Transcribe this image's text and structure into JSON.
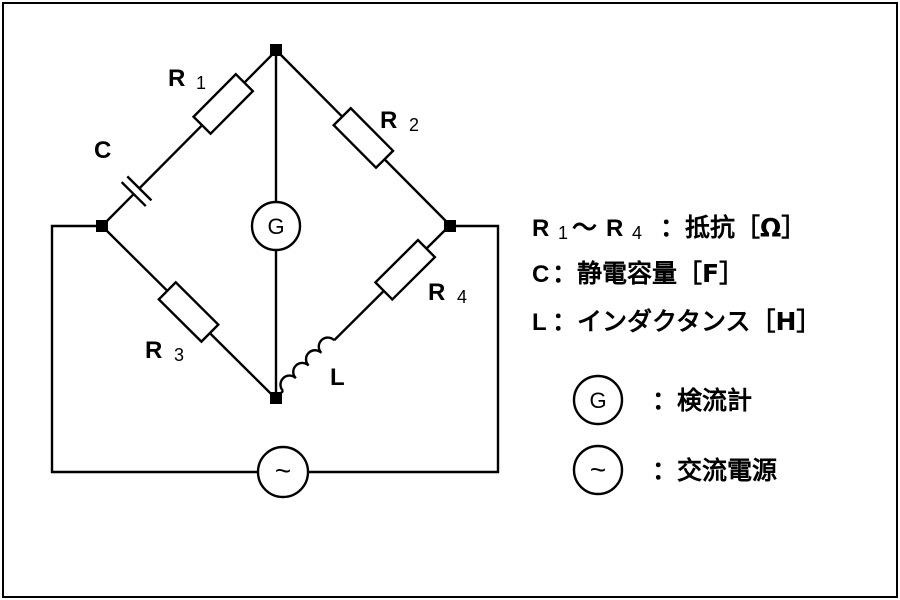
{
  "circuit": {
    "labels": {
      "r1": "R",
      "r1_sub": "1",
      "r2": "R",
      "r2_sub": "2",
      "r3": "R",
      "r3_sub": "3",
      "r4": "R",
      "r4_sub": "4",
      "c": "C",
      "l": "L",
      "galvanometer": "G",
      "ac_source": "~"
    }
  },
  "legend": {
    "resistor": {
      "sym": "R",
      "sub_a": "1",
      "tilde": "～",
      "sym_b": "R",
      "sub_b": "4",
      "desc": "：抵抗［Ω］"
    },
    "capacitor": {
      "sym": "C",
      "desc": "：静電容量［F］"
    },
    "inductor": {
      "sym": "L",
      "desc": "：インダクタンス［H］"
    },
    "galvanometer": {
      "sym": "G",
      "desc": "：検流計"
    },
    "ac_source": {
      "sym": "~",
      "desc": "：交流電源"
    }
  }
}
